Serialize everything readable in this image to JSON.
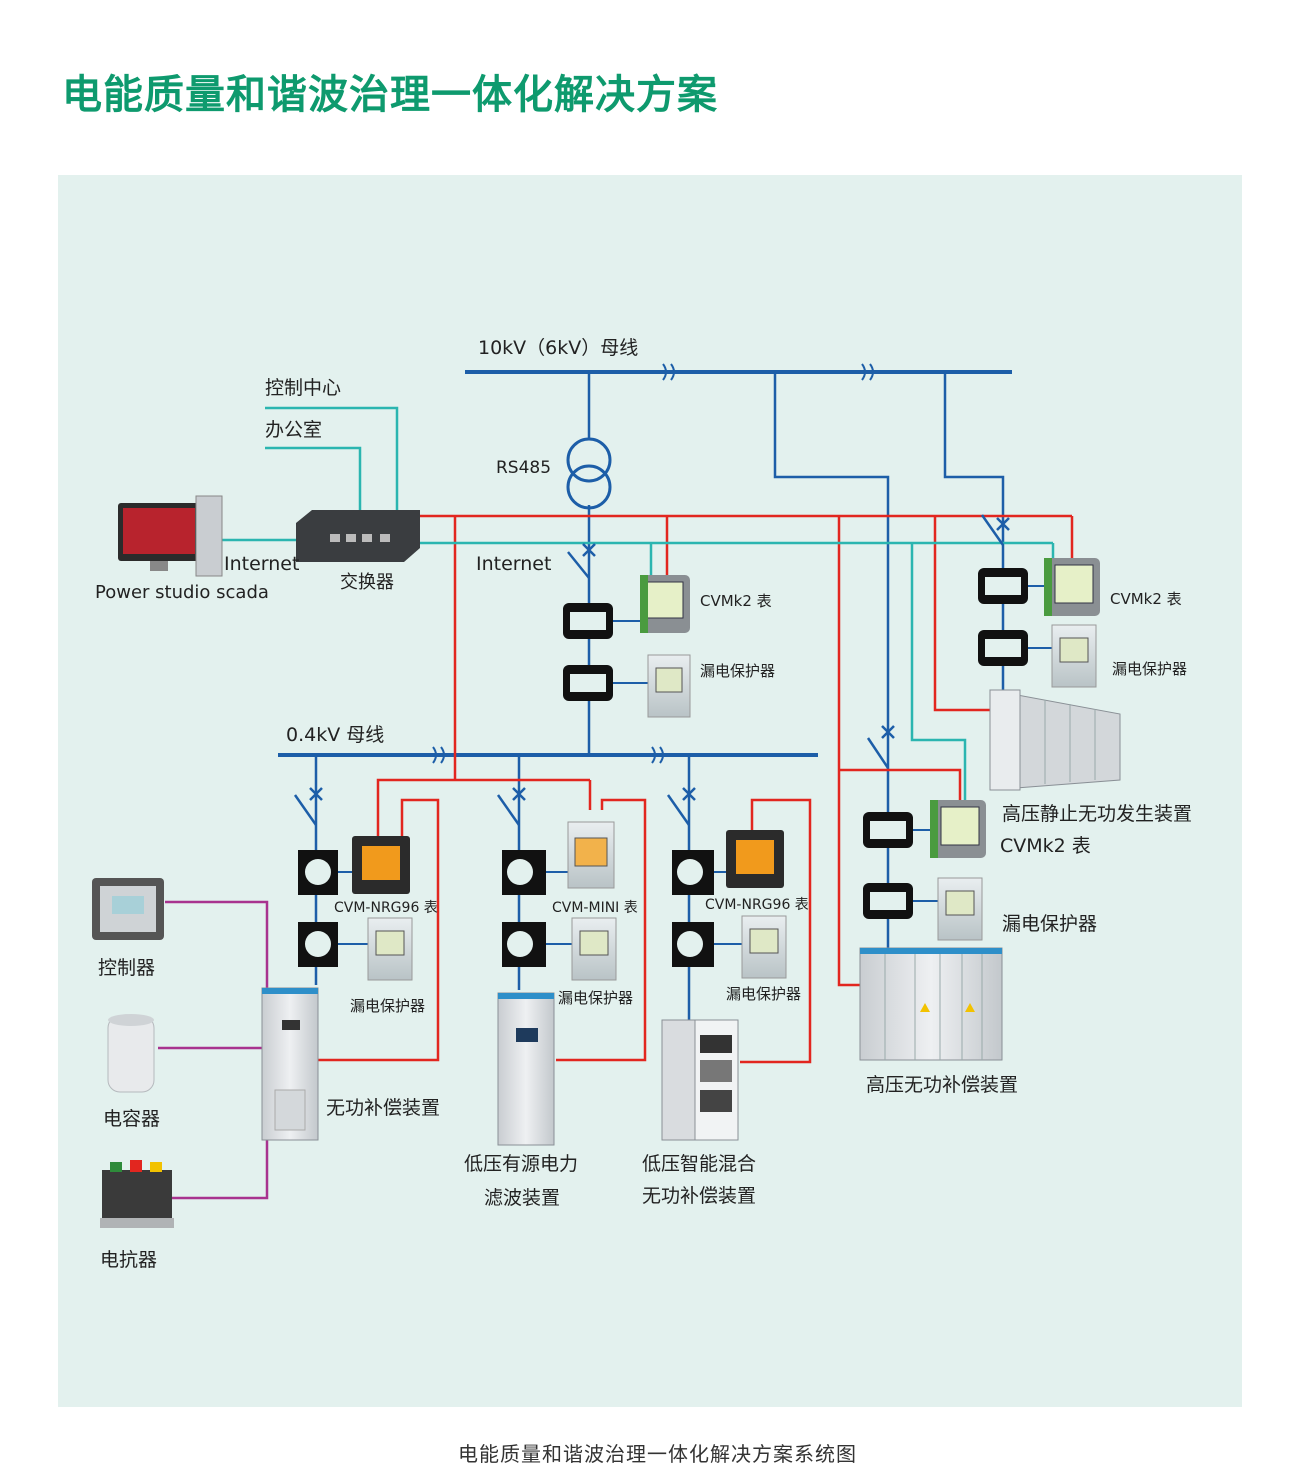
{
  "title": "电能质量和谐波治理一体化解决方案",
  "caption": "电能质量和谐波治理一体化解决方案系统图",
  "colors": {
    "title": "#0e9a6e",
    "panel_bg": "#e3f1ee",
    "bus_line": "#1d5ea8",
    "power_line": "#e2261f",
    "comm_line": "#2bb5b0",
    "device_line": "#a8338f"
  },
  "labels": {
    "hv_bus": "10kV（6kV）母线",
    "lv_bus": "0.4kV 母线",
    "control_center": "控制中心",
    "office": "办公室",
    "rs485": "RS485",
    "internet_left": "Internet",
    "internet_mid": "Internet",
    "scada": "Power studio scada",
    "switch": "交换器",
    "cvmk2_mid": "CVMk2 表",
    "cvmk2_right": "CVMk2 表",
    "cvmk2_hv": "CVMk2 表",
    "leak_mid": "漏电保护器",
    "leak_right": "漏电保护器",
    "leak_hv": "漏电保护器",
    "svg_device": "高压静止无功发生装置",
    "hv_comp": "高压无功补偿装置",
    "cvm_nrg96_a": "CVM-NRG96 表",
    "cvm_mini": "CVM-MINI 表",
    "cvm_nrg96_b": "CVM-NRG96 表",
    "leak_a": "漏电保护器",
    "leak_b": "漏电保护器",
    "leak_c": "漏电保护器",
    "controller": "控制器",
    "capacitor": "电容器",
    "reactor": "电抗器",
    "reactive_comp": "无功补偿装置",
    "apf_line1": "低压有源电力",
    "apf_line2": "滤波装置",
    "hybrid_line1": "低压智能混合",
    "hybrid_line2": "无功补偿装置"
  }
}
